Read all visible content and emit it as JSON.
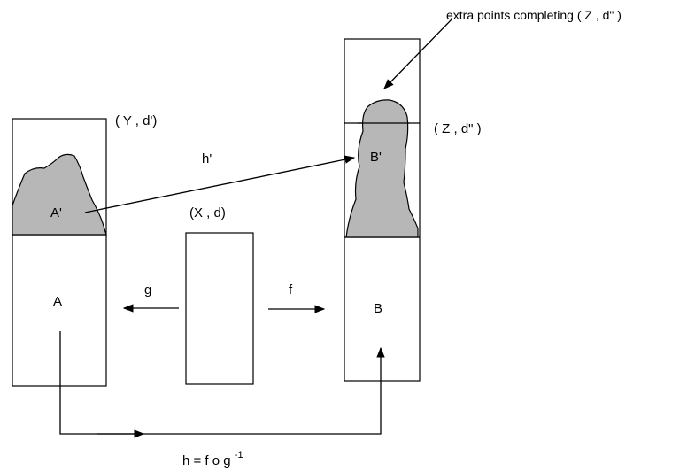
{
  "colors": {
    "background": "#ffffff",
    "stroke": "#000000",
    "shaded_region": "#b7b7b7"
  },
  "labels": {
    "space_y": "( Y , d')",
    "space_x": "(X , d)",
    "space_z": "( Z , d\" )",
    "set_a_prime": "A'",
    "set_a": "A",
    "set_b_prime": "B'",
    "set_b": "B",
    "map_h_prime": "h'",
    "map_g": "g",
    "map_f": "f",
    "map_h_main": "h = f o g",
    "map_h_exponent": "-1",
    "extra_points_note": "extra points completing ( Z , d\" )"
  }
}
